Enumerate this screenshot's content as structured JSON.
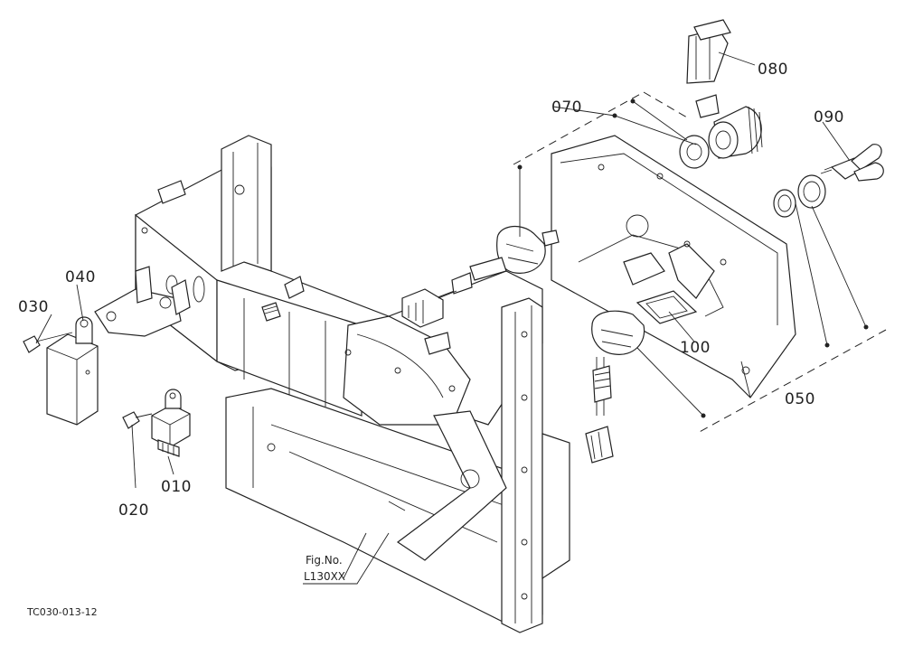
{
  "callouts": {
    "p010": "010",
    "p020": "020",
    "p030": "030",
    "p040": "040",
    "p050": "050",
    "p070": "070",
    "p080": "080",
    "p090": "090",
    "p100": "100"
  },
  "figure_ref": {
    "line1": "Fig.No.",
    "line2": "L130XX"
  },
  "drawing_code": "TC030-013-12"
}
